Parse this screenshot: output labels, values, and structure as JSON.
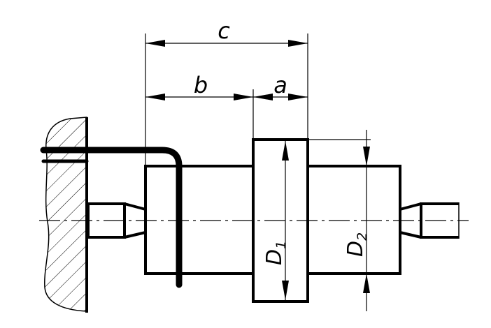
{
  "labels": {
    "c": "c",
    "b": "b",
    "a": "a",
    "d1": "D",
    "d1_sub": "1",
    "d2": "D",
    "d2_sub": "2"
  },
  "colors": {
    "ink": "#000000",
    "background": "#ffffff"
  }
}
